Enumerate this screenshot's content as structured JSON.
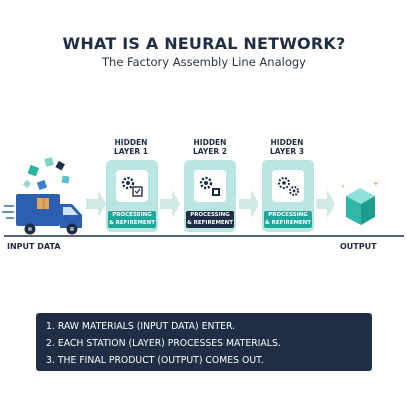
{
  "title": "WHAT IS A NEURAL NETWORK?",
  "subtitle": "The Factory Assembly Line Analogy",
  "input_label": "INPUT DATA",
  "output_label": "OUTPUT",
  "layers": [
    {
      "label_top": "HIDDEN",
      "label_bottom": "LAYER 1",
      "badge_top": "PROCESSING",
      "badge_bottom": "& REFIREMENT"
    },
    {
      "label_top": "HIDDEN",
      "label_bottom": "LAYER 2",
      "badge_top": "PROCESSING",
      "badge_bottom": "& REFIREMENT"
    },
    {
      "label_top": "HIDDEN",
      "label_bottom": "LAYER 3",
      "badge_top": "PROCESSING",
      "badge_bottom": "& REFIREMENT"
    }
  ],
  "steps": [
    "1. RAW MATERIALS (INPUT DATA) ENTER.",
    "2. EACH STATION (LAYER) PROCESSES MATERIALS.",
    "3. THE FINAL PRODUCT (OUTPUT) COMES OUT."
  ],
  "colors": {
    "navy": "#1f2d45",
    "teal": "#1ea89a",
    "light_teal": "#b9e6e1",
    "truck_blue": "#2c5fb0"
  }
}
